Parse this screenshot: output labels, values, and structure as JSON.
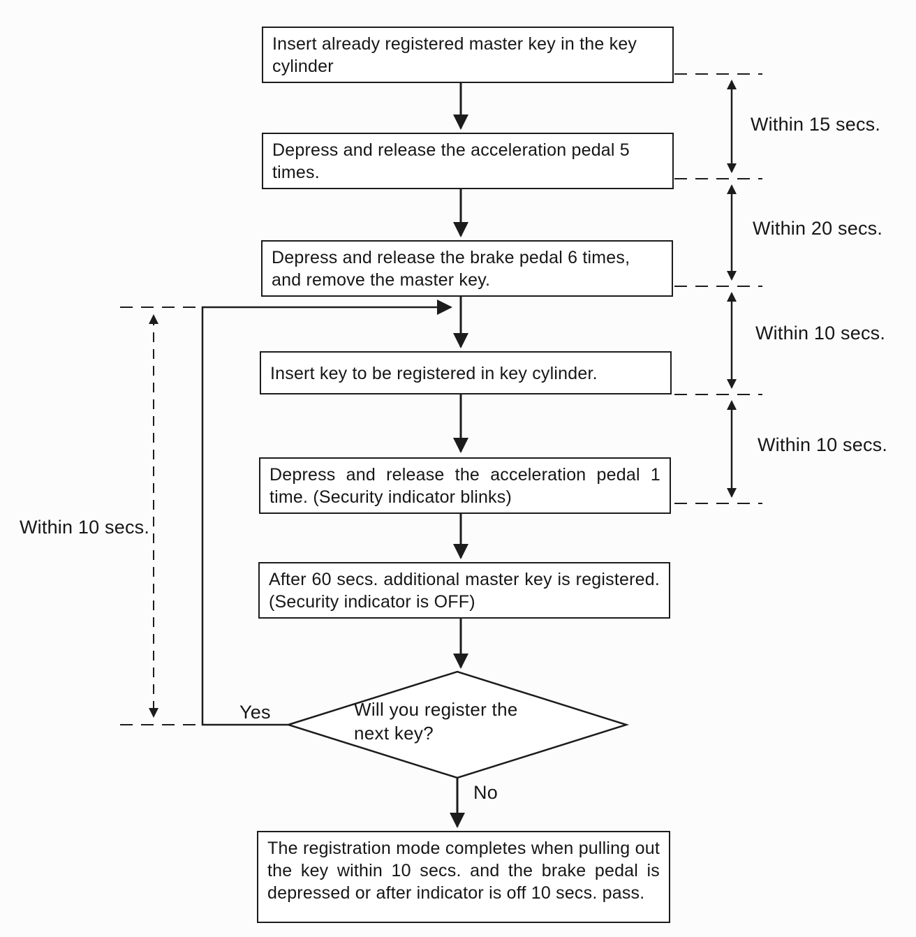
{
  "diagram": {
    "title_hint": "Master key registration flowchart",
    "boxes": [
      {
        "text": "Insert already registered master key in the key cylinder"
      },
      {
        "text": "Depress and release the acceleration pedal 5 times."
      },
      {
        "text": "Depress and release the brake pedal 6 times, and remove the master key."
      },
      {
        "text": "Insert key to be registered in key cylinder."
      },
      {
        "text": "Depress and release the acceleration pedal 1 time. (Security indicator blinks)"
      },
      {
        "text": "After 60 secs. additional master key is registered. (Security indicator is OFF)"
      },
      {
        "text": "The registration mode completes when pulling out the key within 10 secs. and the brake pedal is depressed or after indicator is off 10 secs. pass."
      }
    ],
    "decision": {
      "text": "Will you register the next key?",
      "yes_label": "Yes",
      "no_label": "No"
    },
    "timers_right": [
      "Within 15 secs.",
      "Within 20 secs.",
      "Within 10 secs.",
      "Within 10 secs."
    ],
    "timer_left": "Within 10 secs.",
    "colors": {
      "line": "#1c1c1c",
      "background": "#ffffff"
    }
  }
}
